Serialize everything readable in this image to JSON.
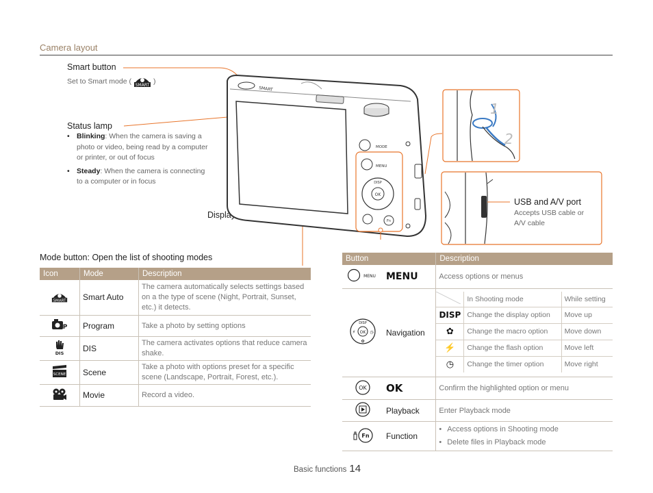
{
  "section_title": "Camera layout",
  "callouts": {
    "smart_button": {
      "title": "Smart button",
      "sub_before": "Set to Smart mode (",
      "sub_after": ")"
    },
    "status_lamp": {
      "title": "Status lamp",
      "bullets": [
        {
          "label": "Blinking",
          "text": ": When the camera is saving a photo or video, being read by a computer or printer, or out of focus"
        },
        {
          "label": "Steady",
          "text": ": When the camera is connecting to a computer or in focus"
        }
      ]
    },
    "display": {
      "title": "Display"
    },
    "usb": {
      "title": "USB and A/V port",
      "sub": "Accepts USB cable or A/V cable"
    },
    "mode_button": {
      "title": "Mode button:",
      "sub": " Open the list of shooting modes"
    }
  },
  "camera_labels": {
    "mode": "MODE",
    "menu": "MENU",
    "disp": "DISP",
    "ok": "OK",
    "smart": "SMART",
    "fn": "Fn"
  },
  "strap_steps": [
    "1",
    "2"
  ],
  "modes_table": {
    "headers": [
      "Icon",
      "Mode",
      "Description"
    ],
    "rows": [
      {
        "icon": "smart-auto-icon",
        "mode": "Smart Auto",
        "desc": "The camera automatically selects settings based on a the type of scene (Night, Portrait, Sunset, etc.) it detects."
      },
      {
        "icon": "program-icon",
        "mode": "Program",
        "desc": "Take a photo by setting options"
      },
      {
        "icon": "dis-icon",
        "mode": "DIS",
        "desc": "The camera activates options that reduce camera shake."
      },
      {
        "icon": "scene-icon",
        "mode": "Scene",
        "desc": "Take a photo with options preset for a specific scene (Landscape, Portrait, Forest, etc.)."
      },
      {
        "icon": "movie-icon",
        "mode": "Movie",
        "desc": "Record a video."
      }
    ]
  },
  "buttons_table": {
    "headers": [
      "Button",
      "Description"
    ],
    "menu": {
      "name": "MENU",
      "small_label": "MENU",
      "desc": "Access options or menus"
    },
    "navigation": {
      "name": "Navigation",
      "sub_headers": [
        "In Shooting mode",
        "While setting"
      ],
      "rows": [
        {
          "icon": "disp-icon",
          "icon_text": "DISP",
          "shooting": "Change the display option",
          "setting": "Move up"
        },
        {
          "icon": "macro-icon",
          "shooting": "Change the macro option",
          "setting": "Move down"
        },
        {
          "icon": "flash-icon",
          "shooting": "Change the flash option",
          "setting": "Move left"
        },
        {
          "icon": "timer-icon",
          "shooting": "Change the timer option",
          "setting": "Move right"
        }
      ]
    },
    "ok": {
      "name": "OK",
      "desc": "Confirm the highlighted option or menu"
    },
    "playback": {
      "name": "Playback",
      "desc": "Enter Playback mode"
    },
    "function": {
      "name": "Function",
      "bullets": [
        "Access options in Shooting mode",
        "Delete files in Playback mode"
      ]
    }
  },
  "footer": {
    "label": "Basic functions",
    "page": "14"
  },
  "colors": {
    "accent_line": "#e8742a",
    "table_header": "#b5a088",
    "section_title": "#9a8166"
  }
}
